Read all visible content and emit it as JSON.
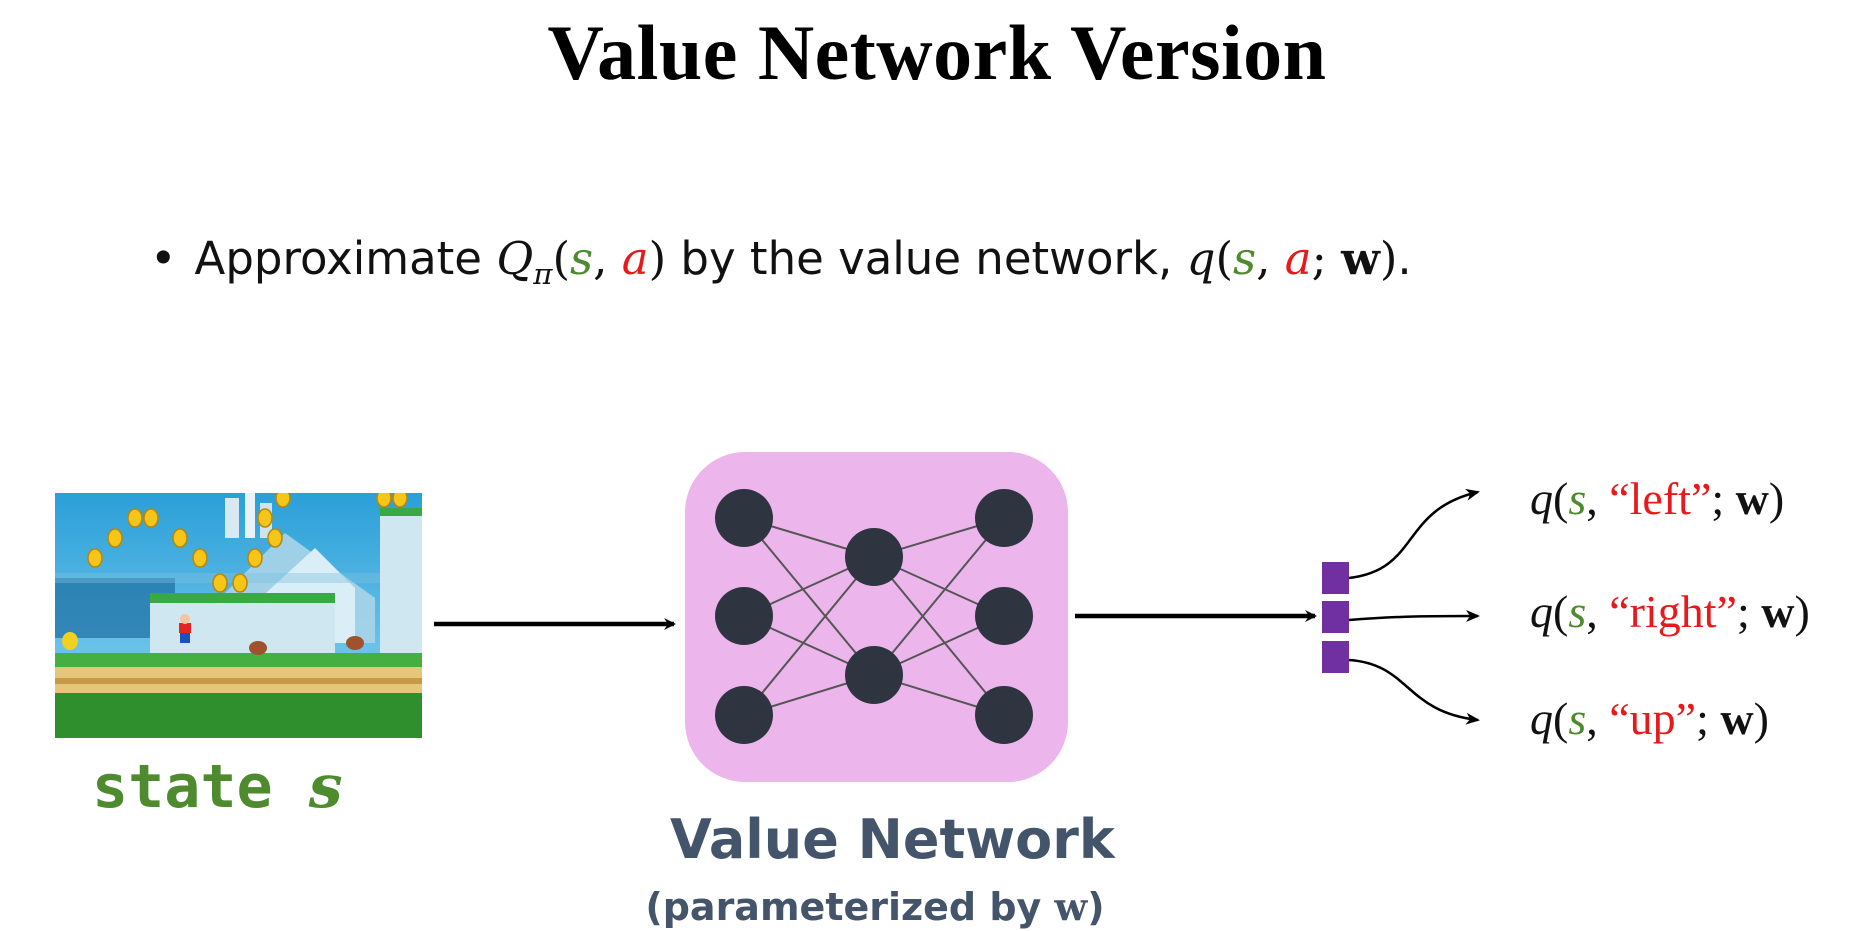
{
  "title": "Value Network Version",
  "bullet": {
    "prefix": "Approximate ",
    "Q": "Q",
    "pi": "π",
    "s": "s",
    "a": "a",
    "middle": " by the value network, ",
    "q": "q",
    "w": "w",
    "suffix": "."
  },
  "input": {
    "label": "state ",
    "var": "s"
  },
  "network": {
    "title": "Value Network",
    "subtitle_prefix": "(parameterized by ",
    "subtitle_var": "w",
    "subtitle_suffix": ")"
  },
  "outputs": [
    {
      "action": "“left”"
    },
    {
      "action": "“right”"
    },
    {
      "action": "“up”"
    }
  ],
  "colors": {
    "state": "#4e8a2e",
    "action": "#e8191b",
    "network_bg": "#ecb6ed",
    "node": "#2e3540",
    "output_vector": "#7030a0",
    "network_text": "#44546a"
  }
}
